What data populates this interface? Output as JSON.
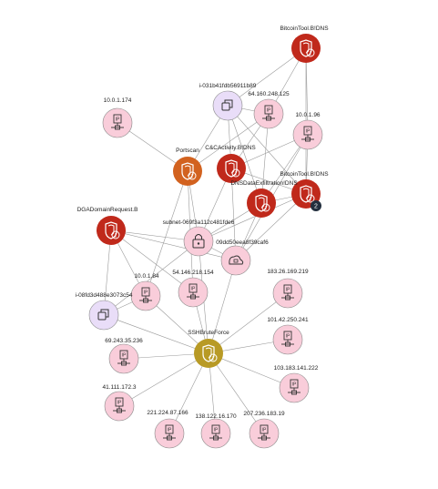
{
  "graph": {
    "nodes": [
      {
        "id": "btc1",
        "label": "BitcoinTool.B!DNS",
        "kind": "finding",
        "color": "#c0291b",
        "icon": "shield-alert-icon"
      },
      {
        "id": "i031",
        "label": "i-031b41fdb56911b89",
        "kind": "instance",
        "color": "#e9ddf8",
        "icon": "instance-icon"
      },
      {
        "id": "ip64160",
        "label": "64.160.248.125",
        "kind": "ip",
        "color": "#f9cdda",
        "icon": "ip-icon"
      },
      {
        "id": "ip10174",
        "label": "10.0.1.174",
        "kind": "ip",
        "color": "#f9cdda",
        "icon": "ip-icon"
      },
      {
        "id": "ip10196",
        "label": "10.0.1.96",
        "kind": "ip",
        "color": "#f9cdda",
        "icon": "ip-icon"
      },
      {
        "id": "portscan",
        "label": "Portscan",
        "kind": "finding-medium",
        "color": "#d2621f",
        "icon": "shield-alert-icon"
      },
      {
        "id": "c2",
        "label": "C&CActivity.B!DNS",
        "kind": "finding",
        "color": "#c0291b",
        "icon": "shield-alert-icon"
      },
      {
        "id": "btc2",
        "label": "BitcoinTool.B!DNS",
        "kind": "finding",
        "color": "#c0291b",
        "icon": "shield-alert-icon",
        "badge": "2"
      },
      {
        "id": "dnsexf",
        "label": "DNSDataExfiltration!DNS",
        "kind": "finding",
        "color": "#c0291b",
        "icon": "shield-alert-icon"
      },
      {
        "id": "dga",
        "label": "DGADomainRequest.B",
        "kind": "finding",
        "color": "#c0291b",
        "icon": "shield-alert-icon"
      },
      {
        "id": "subnet",
        "label": "subnet-069f3a112c481fde6",
        "kind": "subnet",
        "color": "#f9cdda",
        "icon": "lock-icon"
      },
      {
        "id": "vpc",
        "label": "09dd50eea8f39caf6",
        "kind": "vpc",
        "color": "#f9cdda",
        "icon": "cloud-icon"
      },
      {
        "id": "ip10184",
        "label": "10.0.1.84",
        "kind": "ip",
        "color": "#f9cdda",
        "icon": "ip-icon"
      },
      {
        "id": "ip54146",
        "label": "54.146.218.154",
        "kind": "ip",
        "color": "#f9cdda",
        "icon": "ip-icon"
      },
      {
        "id": "ip183",
        "label": "183.26.169.219",
        "kind": "ip",
        "color": "#f9cdda",
        "icon": "ip-icon"
      },
      {
        "id": "i08f",
        "label": "i-08fd3d488e3073c54",
        "kind": "instance",
        "color": "#e9ddf8",
        "icon": "instance-icon"
      },
      {
        "id": "ssh",
        "label": "SSHBruteForce",
        "kind": "finding-low",
        "color": "#b89a25",
        "icon": "shield-alert-icon"
      },
      {
        "id": "ip101",
        "label": "101.42.250.241",
        "kind": "ip",
        "color": "#f9cdda",
        "icon": "ip-icon"
      },
      {
        "id": "ip69",
        "label": "69.243.35.236",
        "kind": "ip",
        "color": "#f9cdda",
        "icon": "ip-icon"
      },
      {
        "id": "ip103",
        "label": "103.183.141.222",
        "kind": "ip",
        "color": "#f9cdda",
        "icon": "ip-icon"
      },
      {
        "id": "ip41",
        "label": "41.111.172.3",
        "kind": "ip",
        "color": "#f9cdda",
        "icon": "ip-icon"
      },
      {
        "id": "ip221",
        "label": "221.224.87.166",
        "kind": "ip",
        "color": "#f9cdda",
        "icon": "ip-icon"
      },
      {
        "id": "ip138",
        "label": "138.122.16.170",
        "kind": "ip",
        "color": "#f9cdda",
        "icon": "ip-icon"
      },
      {
        "id": "ip207",
        "label": "207.236.183.19",
        "kind": "ip",
        "color": "#f9cdda",
        "icon": "ip-icon"
      }
    ],
    "edges": [
      [
        "btc1",
        "ip64160"
      ],
      [
        "btc1",
        "i031"
      ],
      [
        "btc1",
        "ip10196"
      ],
      [
        "btc1",
        "btc2"
      ],
      [
        "i031",
        "ip64160"
      ],
      [
        "i031",
        "portscan"
      ],
      [
        "i031",
        "c2"
      ],
      [
        "i031",
        "dnsexf"
      ],
      [
        "i031",
        "btc2"
      ],
      [
        "ip10174",
        "portscan"
      ],
      [
        "ip64160",
        "portscan"
      ],
      [
        "ip64160",
        "c2"
      ],
      [
        "ip64160",
        "dnsexf"
      ],
      [
        "ip10196",
        "c2"
      ],
      [
        "ip10196",
        "dnsexf"
      ],
      [
        "ip10196",
        "btc2"
      ],
      [
        "ip10196",
        "vpc"
      ],
      [
        "portscan",
        "subnet"
      ],
      [
        "portscan",
        "ip54146"
      ],
      [
        "portscan",
        "ip10184"
      ],
      [
        "c2",
        "subnet"
      ],
      [
        "c2",
        "vpc"
      ],
      [
        "c2",
        "btc2"
      ],
      [
        "dnsexf",
        "subnet"
      ],
      [
        "dnsexf",
        "vpc"
      ],
      [
        "dnsexf",
        "btc2"
      ],
      [
        "btc2",
        "subnet"
      ],
      [
        "btc2",
        "vpc"
      ],
      [
        "dga",
        "subnet"
      ],
      [
        "dga",
        "vpc"
      ],
      [
        "dga",
        "i08f"
      ],
      [
        "dga",
        "ip10184"
      ],
      [
        "dga",
        "ip54146"
      ],
      [
        "subnet",
        "vpc"
      ],
      [
        "subnet",
        "i08f"
      ],
      [
        "subnet",
        "ssh"
      ],
      [
        "vpc",
        "ssh"
      ],
      [
        "ip10184",
        "i08f"
      ],
      [
        "i08f",
        "ssh"
      ],
      [
        "ip10184",
        "ssh"
      ],
      [
        "ip54146",
        "ssh"
      ],
      [
        "ip183",
        "ssh"
      ],
      [
        "ip101",
        "ssh"
      ],
      [
        "ip69",
        "ssh"
      ],
      [
        "ip103",
        "ssh"
      ],
      [
        "ip41",
        "ssh"
      ],
      [
        "ip221",
        "ssh"
      ],
      [
        "ip138",
        "ssh"
      ],
      [
        "ip207",
        "ssh"
      ]
    ]
  }
}
